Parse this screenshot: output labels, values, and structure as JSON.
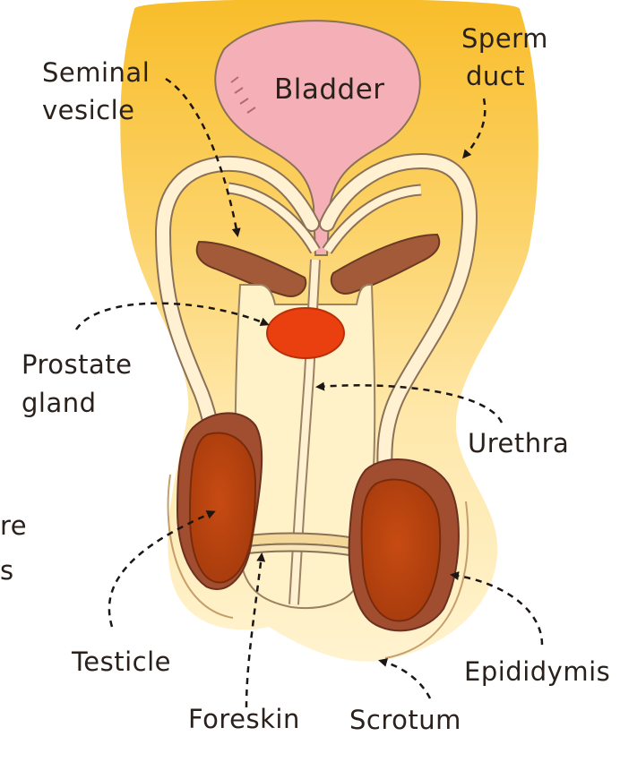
{
  "diagram": {
    "labels": {
      "bladder": "Bladder",
      "sperm_duct": [
        "Sperm",
        "duct"
      ],
      "seminal_vesicle": [
        "Seminal",
        "vesicle"
      ],
      "prostate_gland": [
        "Prostate",
        "gland"
      ],
      "urethra": "Urethra",
      "testicle": "Testicle",
      "epididymis": "Epididymis",
      "foreskin": "Foreskin",
      "scrotum": "Scrotum"
    },
    "cropped_fragments": [
      "re",
      "s"
    ]
  },
  "colors": {
    "body_top": "#f9c132",
    "body_mid": "#fde08f",
    "body_low": "#fef1c4",
    "bladder": "#f4b0b6",
    "tube": "#fff1d2",
    "tube_outline": "#8b7157",
    "seminal_vesicle": "#a35a38",
    "prostate": "#ea3f0f",
    "testicle": "#b8400d",
    "epididymis": "#a14d30",
    "foreskin": "#f3d89a",
    "arrow": "#1c1614"
  }
}
